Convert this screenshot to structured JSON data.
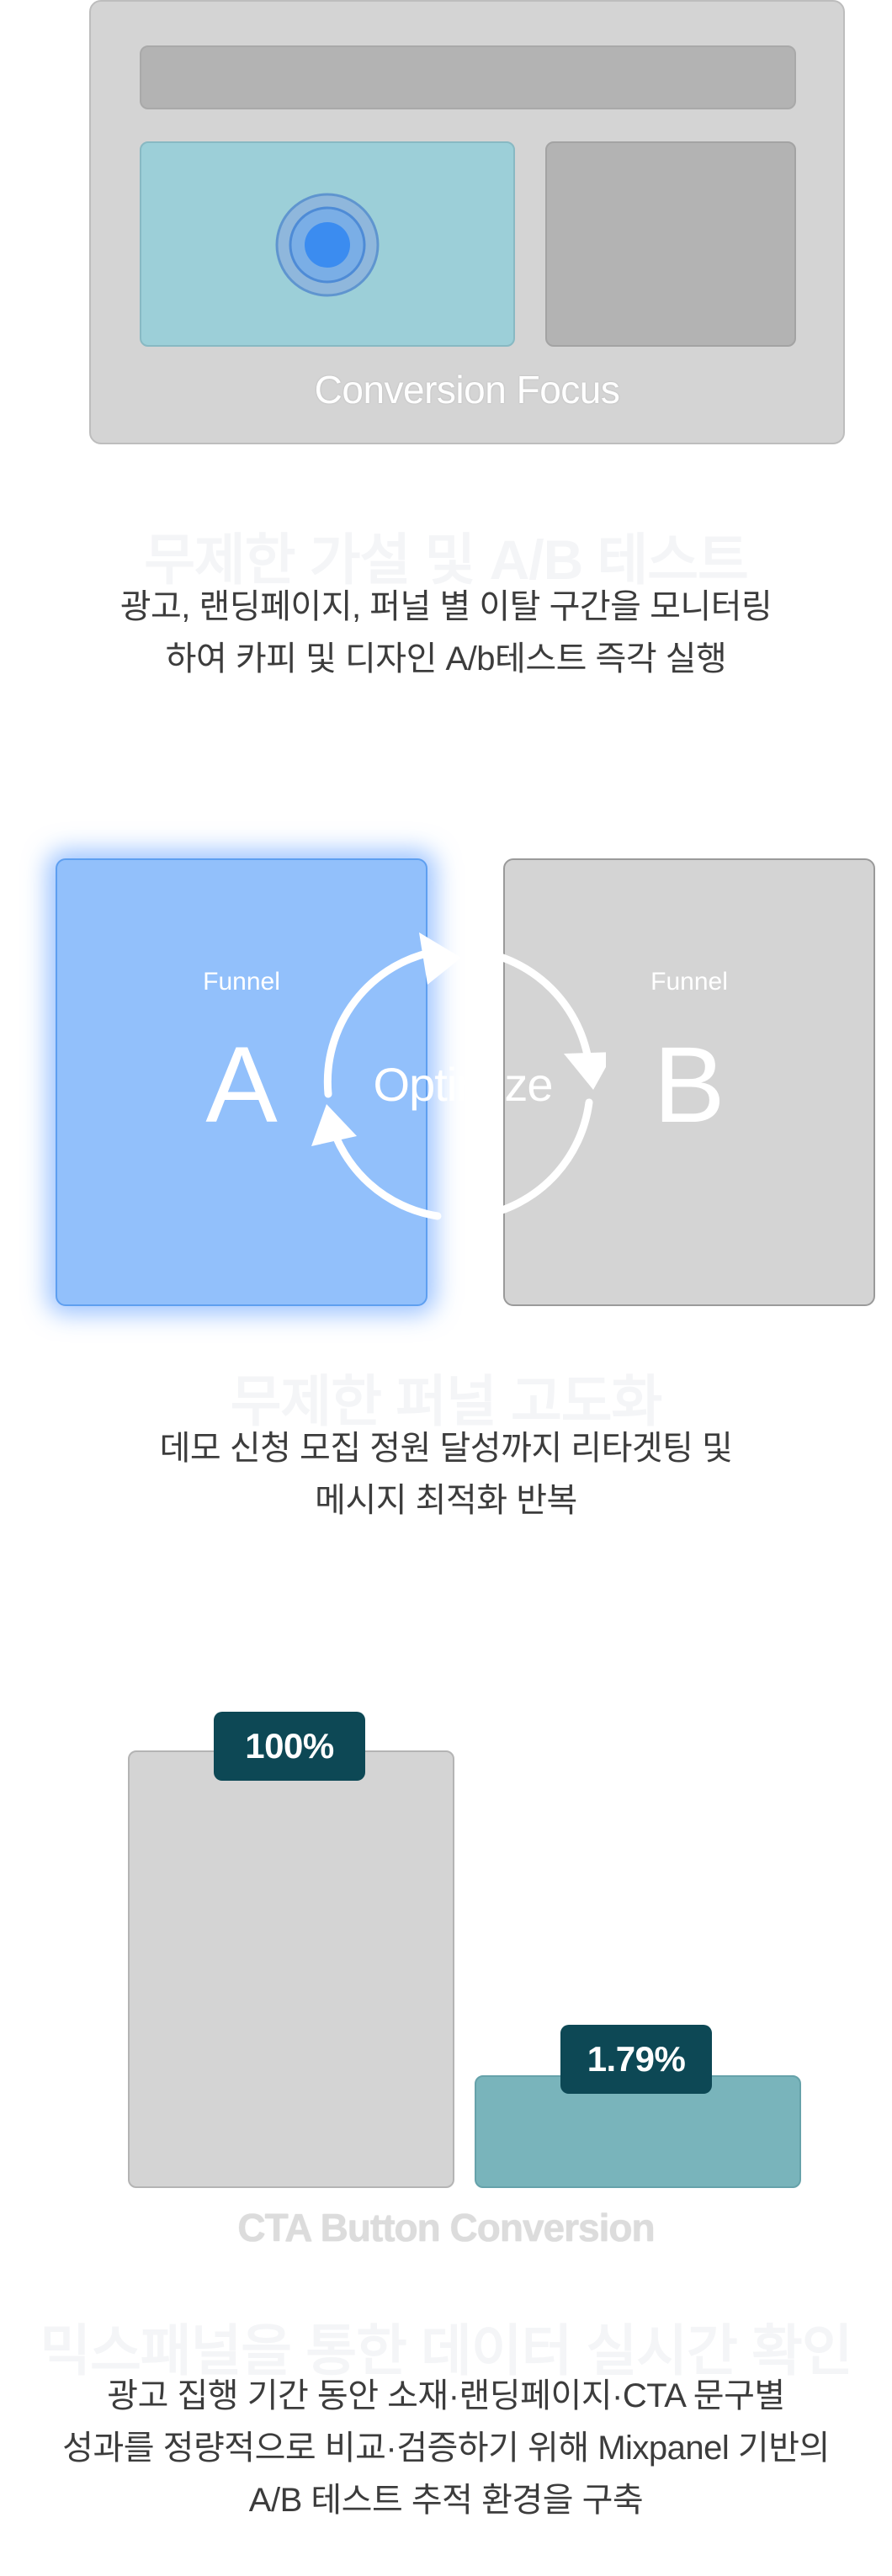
{
  "section1": {
    "wireframe_caption": "Conversion Focus",
    "heading": "무제한 가설 및 A/B 테스트",
    "desc_line1": "광고, 랜딩페이지, 퍼널 별 이탈 구간을 모니터링",
    "desc_line2": "하여 카피 및 디자인 A/b테스트 즉각 실행"
  },
  "section2": {
    "funnel_a": {
      "label": "Funnel",
      "letter": "A"
    },
    "funnel_b": {
      "label": "Funnel",
      "letter": "B"
    },
    "cycle_label": "Optimize",
    "heading": "무제한 퍼널 고도화",
    "desc_line1": "데모 신청 모집 정원 달성까지 리타겟팅 및",
    "desc_line2": "메시지 최적화 반복"
  },
  "section3": {
    "bars": [
      {
        "label": "100%",
        "value": 100
      },
      {
        "label": "1.79%",
        "value": 1.79
      }
    ],
    "caption": "CTA Button Conversion",
    "heading": "믹스패널을 통한 데이터 실시간 확인",
    "desc_line1": "광고 집행 기간 동안 소재·랜딩페이지·CTA 문구별",
    "desc_line2": "성과를 정량적으로 비교·검증하기 위해 Mixpanel 기반의",
    "desc_line3": "A/B 테스트 추적 환경을 구축"
  },
  "colors": {
    "funnel_a": "#92c0fb",
    "funnel_b": "#d4d4d4",
    "badge": "#0d4855",
    "teal_bar": "#79b4bb",
    "target_dot": "#3b8cf0"
  },
  "icons": {
    "target": "focus-target-icon",
    "cycle": "cycle-arrows-icon"
  }
}
